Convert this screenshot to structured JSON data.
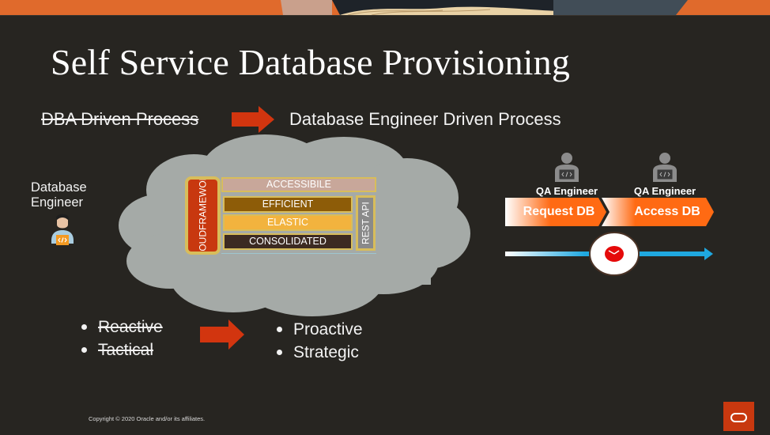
{
  "slide": {
    "title": "Self Service Database Provisioning",
    "process": {
      "old": "DBA Driven Process",
      "new": "Database Engineer Driven Process"
    },
    "actor": {
      "label_line1": "Database",
      "label_line2": "Engineer",
      "icon": "developer-person-icon"
    },
    "cloud": {
      "framework_line1": "CLOUD",
      "framework_line2": "FRAMEWORK",
      "layers": [
        "ACCESSIBILE",
        "EFFICIENT",
        "ELASTIC",
        "CONSOLIDATED"
      ],
      "rest_api": "REST API"
    },
    "workflow": {
      "steps": [
        {
          "role": "QA Engineer",
          "action": "Request DB"
        },
        {
          "role": "QA Engineer",
          "action": "Access DB"
        }
      ],
      "timeline_icon": "clock-icon"
    },
    "approach": {
      "old": [
        "Reactive",
        "Tactical"
      ],
      "new": [
        "Proactive",
        "Strategic"
      ]
    },
    "footer": {
      "copyright": "Copyright © 2020 Oracle and/or its affiliates."
    }
  },
  "colors": {
    "background": "#272521",
    "accent_red": "#c8380f",
    "orange": "#ff6a13",
    "timeline_blue": "#1fa8e0",
    "cloud_gray": "#a5aaa7"
  }
}
